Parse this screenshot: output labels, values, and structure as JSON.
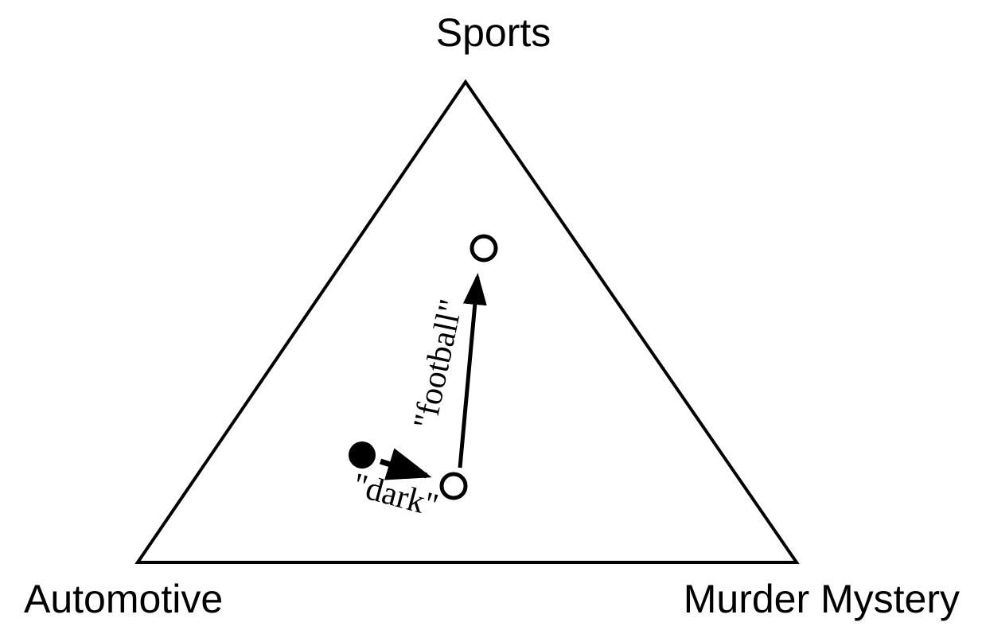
{
  "diagram": {
    "title": "genre-simplex",
    "vertices": {
      "top": "Sports",
      "bottom_left": "Automotive",
      "bottom_right": "Murder Mystery"
    },
    "edges": {
      "dark": "\"dark\"",
      "football": "\"football\""
    },
    "points": {
      "start": "filled-black-dot",
      "middle": "open-circle",
      "end": "open-circle"
    },
    "colors": {
      "stroke": "#000000",
      "fill": "#ffffff"
    }
  }
}
